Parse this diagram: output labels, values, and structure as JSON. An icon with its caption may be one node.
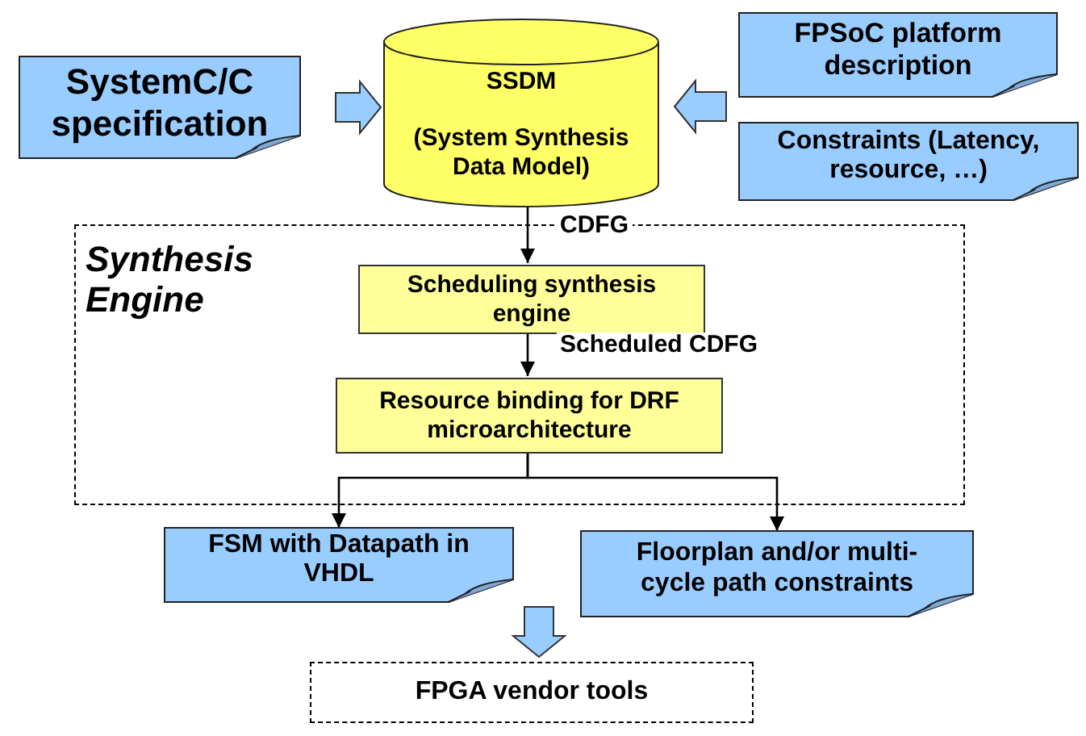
{
  "diagram": {
    "nodes": [
      {
        "text": [
          "SystemC/C specification"
        ]
      },
      {
        "text": [
          "SSDM",
          "(System Synthesis Data Model)"
        ]
      },
      {
        "text": [
          "FPSoC platform description"
        ]
      },
      {
        "text": [
          "Constraints (Latency, resource, …)"
        ]
      },
      {
        "text": [
          "Synthesis Engine"
        ]
      },
      {
        "text": [
          "Scheduling synthesis engine"
        ],
        "in": 4
      },
      {
        "text": [
          "Resource binding for DRF microarchitecture"
        ],
        "in": 4
      },
      {
        "text": [
          "FSM with Datapath in VHDL"
        ]
      },
      {
        "text": [
          "Floorplan and/or multi-cycle path constraints"
        ]
      },
      {
        "text": [
          "FPGA vendor tools"
        ]
      }
    ],
    "edges": [
      {
        "from": 0,
        "to": 1,
        "arrow": "to",
        "style": "thick"
      },
      {
        "from": 2,
        "to": 1,
        "arrow": "to",
        "style": "thick"
      },
      {
        "from": 3,
        "to": 1,
        "arrow": "to",
        "style": "thick"
      },
      {
        "from": 1,
        "to": 5,
        "arrow": "to",
        "label": "CDFG"
      },
      {
        "from": 5,
        "to": 6,
        "arrow": "to",
        "label": "Scheduled CDFG"
      },
      {
        "from": 6,
        "to": 7,
        "arrow": "to"
      },
      {
        "from": 6,
        "to": 8,
        "arrow": "to"
      },
      {
        "from": 7,
        "to": 9,
        "arrow": "to",
        "style": "thick"
      },
      {
        "from": 8,
        "to": 9,
        "arrow": "to",
        "style": "thick"
      }
    ]
  }
}
